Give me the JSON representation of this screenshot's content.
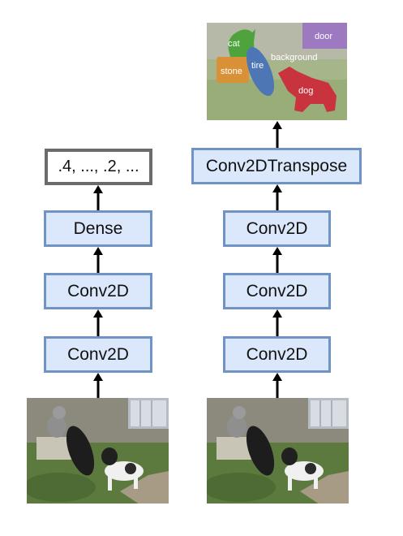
{
  "left_branch": {
    "output": ".4, ..., .2, ...",
    "layers": [
      "Dense",
      "Conv2D",
      "Conv2D"
    ]
  },
  "right_branch": {
    "layers": [
      "Conv2DTranspose",
      "Conv2D",
      "Conv2D",
      "Conv2D"
    ],
    "segmentation_labels": {
      "door": "door",
      "cat": "cat",
      "tire": "tire",
      "background": "background",
      "stone": "stone",
      "dog": "dog"
    }
  },
  "colors": {
    "layer_fill": "#dbe8fb",
    "layer_border": "#6f93c4",
    "output_border": "#6b6b6b",
    "arrow": "#000000"
  }
}
